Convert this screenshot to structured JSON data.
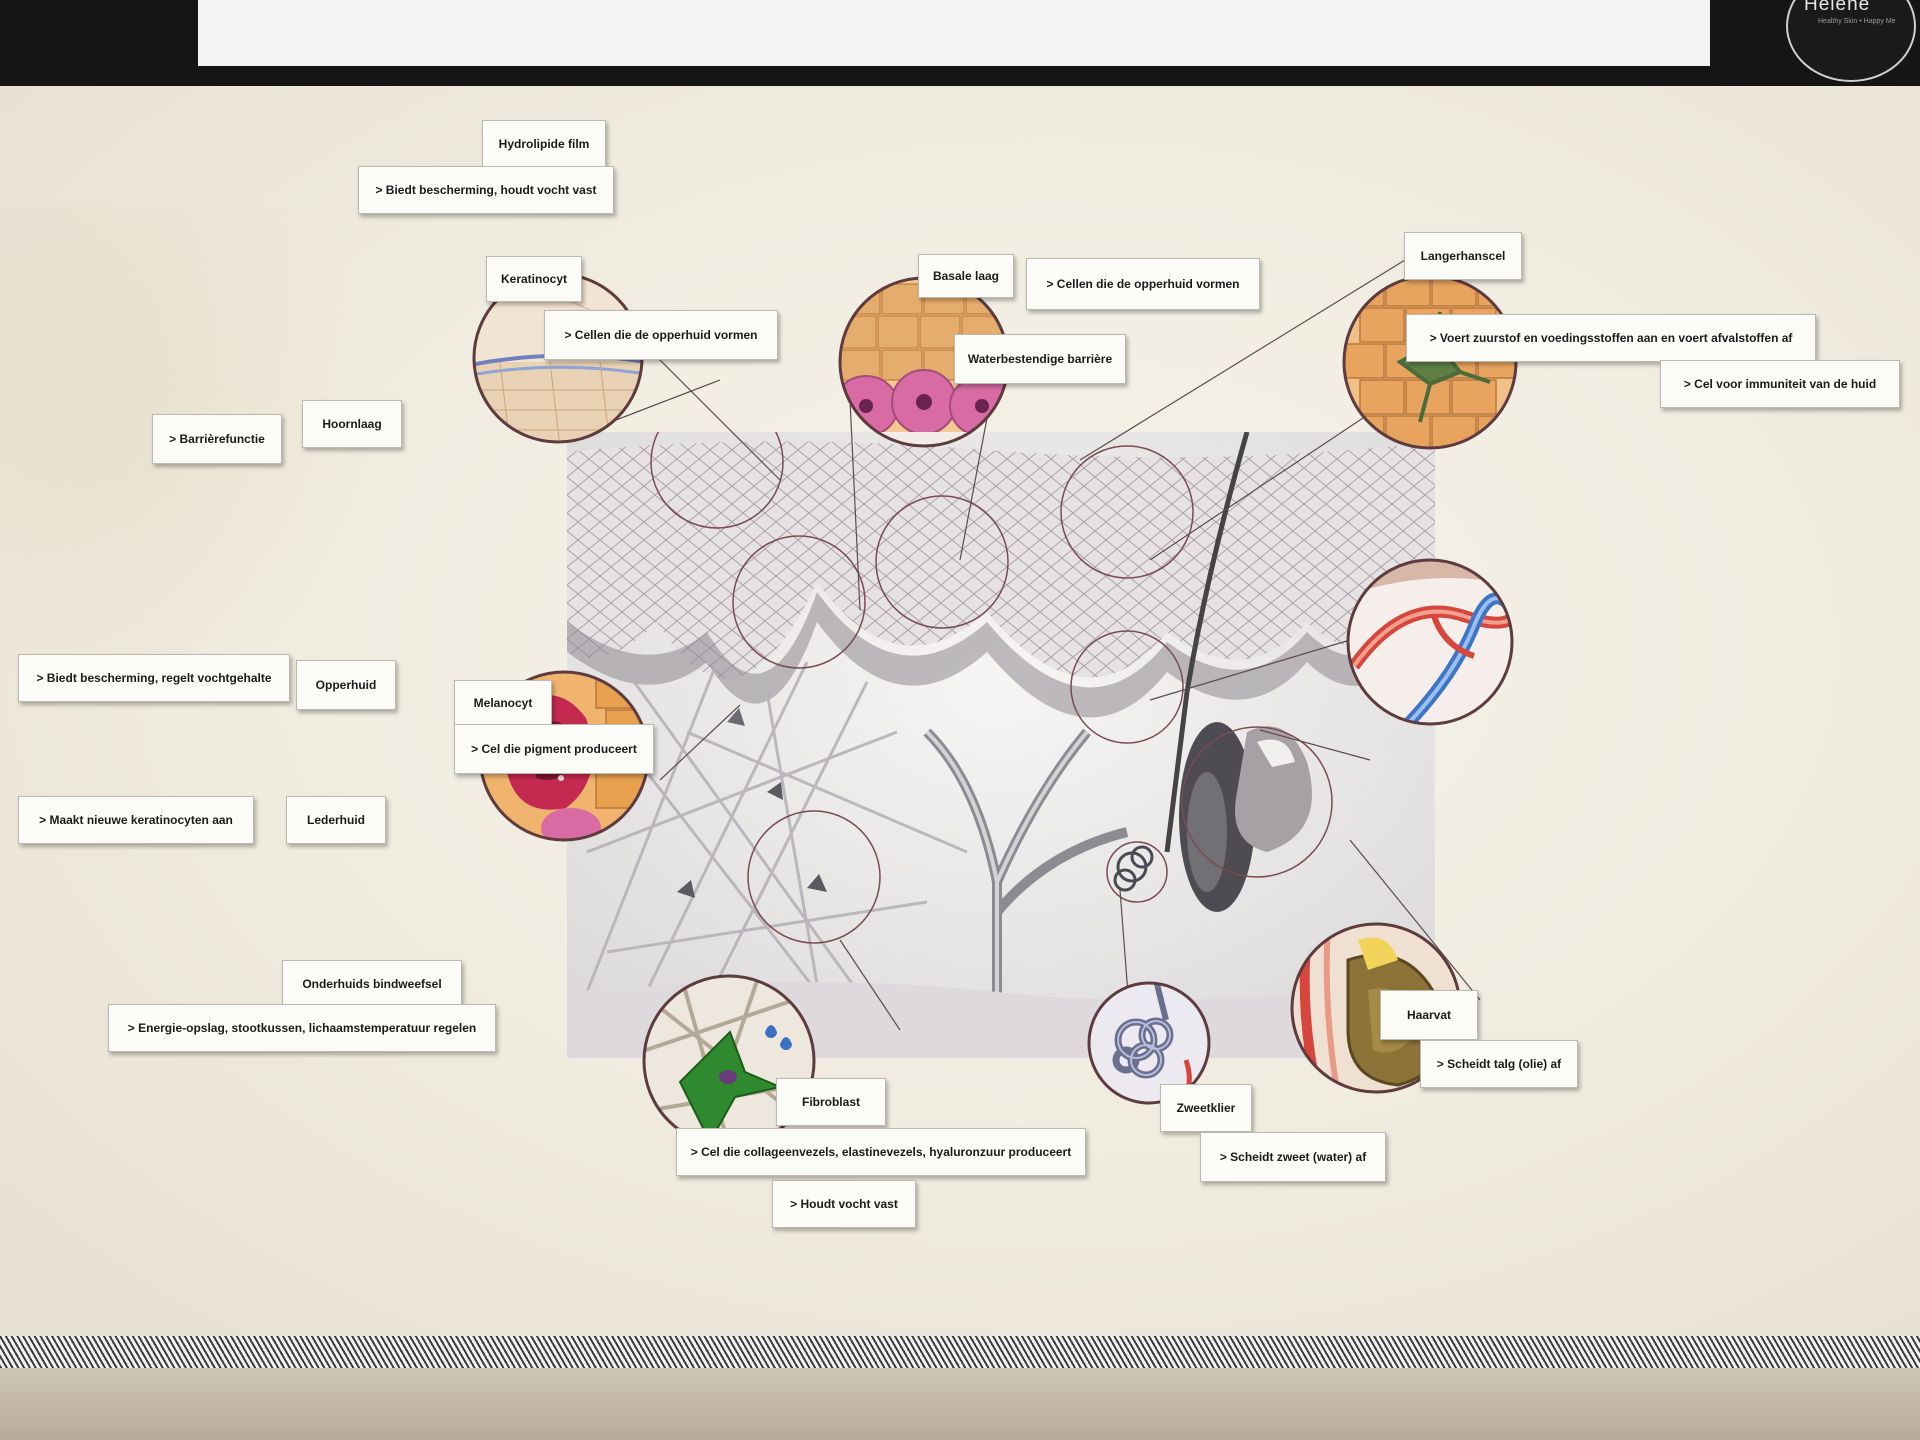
{
  "logo": {
    "name": "Helene",
    "tagline": "Healthy Skin • Happy Me"
  },
  "labels": {
    "hydrolipide_film": "Hydrolipide film",
    "hydrolipide_desc": "> Biedt bescherming, houdt vocht vast",
    "keratinocyt": "Keratinocyt",
    "keratinocyt_desc": "> Cellen die de opperhuid vormen",
    "basale_laag": "Basale laag",
    "basale_laag_desc": "> Cellen die de opperhuid vormen",
    "waterbestendige_barriere": "Waterbestendige barrière",
    "langerhanscel": "Langerhanscel",
    "bloedvat_desc": "> Voert zuurstof en voedingsstoffen aan en voert afvalstoffen af",
    "langerhanscel_desc": "> Cel voor immuniteit van de huid",
    "barrierefunctie": "> Barrièrefunctie",
    "hoornlaag": "Hoornlaag",
    "opperhuid_desc": "> Biedt bescherming, regelt vochtgehalte",
    "opperhuid": "Opperhuid",
    "melanocyt": "Melanocyt",
    "melanocyt_desc": "> Cel die pigment produceert",
    "lederhuid_desc": "> Maakt nieuwe keratinocyten aan",
    "lederhuid": "Lederhuid",
    "onderhuids_bindweefsel": "Onderhuids bindweefsel",
    "onderhuids_desc": "> Energie-opslag, stootkussen, lichaamstemperatuur regelen",
    "fibroblast": "Fibroblast",
    "fibroblast_desc": "> Cel die collageenvezels, elastinevezels, hyaluronzuur produceert",
    "houdt_vocht_vast": "> Houdt vocht vast",
    "zweetklier": "Zweetklier",
    "zweetklier_desc": "> Scheidt zweet (water) af",
    "haarvat": "Haarvat",
    "haarvat_desc": "> Scheidt talg (olie) af"
  },
  "colors": {
    "board": "#f3f0e6",
    "card": "#fbfbf8",
    "strip": "#151515",
    "card_text": "#1b1b1b",
    "cell_orange": "#e8a14e",
    "cell_pink": "#d86aa4",
    "vessel_red": "#d7463c",
    "vessel_blue": "#3d76c4",
    "fibroblast_green": "#2f8a2f"
  }
}
